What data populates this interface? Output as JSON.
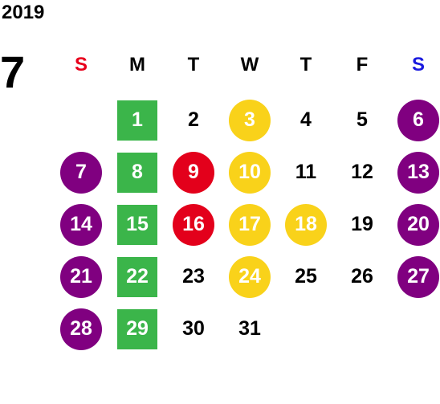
{
  "year": "2019",
  "month": "7",
  "weekdays": [
    {
      "label": "S",
      "color": "#e8001c"
    },
    {
      "label": "M",
      "color": "#000000"
    },
    {
      "label": "T",
      "color": "#000000"
    },
    {
      "label": "W",
      "color": "#000000"
    },
    {
      "label": "T",
      "color": "#000000"
    },
    {
      "label": "F",
      "color": "#000000"
    },
    {
      "label": "S",
      "color": "#1a1adf"
    }
  ],
  "colors": {
    "green": "#3bb54a",
    "yellow": "#f9d21a",
    "red": "#e3001b",
    "purple": "#800080"
  },
  "weeks": [
    [
      null,
      {
        "n": "1",
        "shape": "square",
        "color": "green"
      },
      {
        "n": "2",
        "shape": "plain"
      },
      {
        "n": "3",
        "shape": "circle",
        "color": "yellow"
      },
      {
        "n": "4",
        "shape": "plain"
      },
      {
        "n": "5",
        "shape": "plain"
      },
      {
        "n": "6",
        "shape": "circle",
        "color": "purple"
      }
    ],
    [
      {
        "n": "7",
        "shape": "circle",
        "color": "purple"
      },
      {
        "n": "8",
        "shape": "square",
        "color": "green"
      },
      {
        "n": "9",
        "shape": "circle",
        "color": "red"
      },
      {
        "n": "10",
        "shape": "circle",
        "color": "yellow"
      },
      {
        "n": "11",
        "shape": "plain"
      },
      {
        "n": "12",
        "shape": "plain"
      },
      {
        "n": "13",
        "shape": "circle",
        "color": "purple"
      }
    ],
    [
      {
        "n": "14",
        "shape": "circle",
        "color": "purple"
      },
      {
        "n": "15",
        "shape": "square",
        "color": "green"
      },
      {
        "n": "16",
        "shape": "circle",
        "color": "red"
      },
      {
        "n": "17",
        "shape": "circle",
        "color": "yellow"
      },
      {
        "n": "18",
        "shape": "circle",
        "color": "yellow"
      },
      {
        "n": "19",
        "shape": "plain"
      },
      {
        "n": "20",
        "shape": "circle",
        "color": "purple"
      }
    ],
    [
      {
        "n": "21",
        "shape": "circle",
        "color": "purple"
      },
      {
        "n": "22",
        "shape": "square",
        "color": "green"
      },
      {
        "n": "23",
        "shape": "plain"
      },
      {
        "n": "24",
        "shape": "circle",
        "color": "yellow"
      },
      {
        "n": "25",
        "shape": "plain"
      },
      {
        "n": "26",
        "shape": "plain"
      },
      {
        "n": "27",
        "shape": "circle",
        "color": "purple"
      }
    ],
    [
      {
        "n": "28",
        "shape": "circle",
        "color": "purple"
      },
      {
        "n": "29",
        "shape": "square",
        "color": "green"
      },
      {
        "n": "30",
        "shape": "plain"
      },
      {
        "n": "31",
        "shape": "plain"
      },
      null,
      null,
      null
    ]
  ]
}
